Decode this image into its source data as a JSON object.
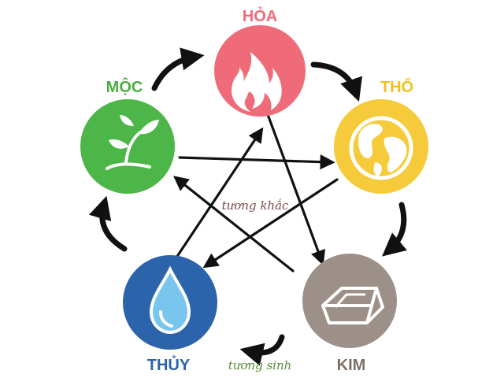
{
  "elements": {
    "fire": {
      "label": "HỎA",
      "color": "#ef6b7a",
      "icon": "flame-icon"
    },
    "earth": {
      "label": "THỔ",
      "color": "#f6cb3b",
      "icon": "globe-icon"
    },
    "metal": {
      "label": "KIM",
      "color": "#9d9088",
      "icon": "metal-bar-icon"
    },
    "water": {
      "label": "THỦY",
      "color": "#2c64ab",
      "icon": "water-drop-icon"
    },
    "wood": {
      "label": "MỘC",
      "color": "#4db648",
      "icon": "sprout-icon"
    }
  },
  "labels": {
    "overcoming": "tương khắc",
    "generating": "tương sinh"
  },
  "colors": {
    "arrow": "#111111",
    "overcoming_text": "#7a4a4a",
    "generating_text": "#5a8a3a",
    "fire_label": "#ef6b7a",
    "earth_label": "#f2c21b",
    "metal_label": "#7d6f66",
    "water_label": "#2c64ab",
    "wood_label": "#4aae3f"
  }
}
